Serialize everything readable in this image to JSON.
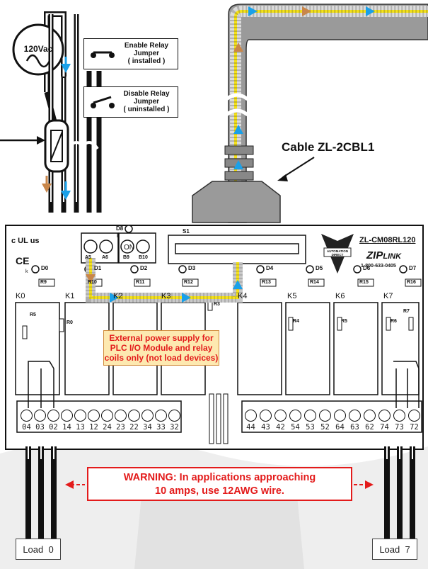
{
  "source": {
    "label": "120Vac"
  },
  "jumpers": {
    "enable": {
      "line1": "Enable Relay",
      "line2": "Jumper",
      "line3": "( installed )"
    },
    "disable": {
      "line1": "Disable Relay",
      "line2": "Jumper",
      "line3": "( uninstalled )"
    }
  },
  "cable": {
    "label": "Cable ZL-2CBL1"
  },
  "board": {
    "model": "ZL-CM08RL120",
    "brand_zip": "ZIP",
    "brand_link": "LINK",
    "phone": "1-800-633-0405",
    "logo_text": "AUTOMATION DIRECT",
    "ul_mark": "c UL us",
    "ce_mark": "CE",
    "power_led": {
      "id": "D8",
      "k": "k",
      "state": "ON"
    },
    "connector_label": "S1",
    "left_terminals": [
      "A5",
      "A6",
      "B9",
      "B10"
    ],
    "leds": [
      "D0",
      "D1",
      "D2",
      "D3",
      "D4",
      "D5",
      "D6",
      "D7"
    ],
    "led_k": "k",
    "resistors_top": [
      "R9",
      "R10",
      "R11",
      "R12",
      "R13",
      "R14",
      "R15",
      "R16"
    ],
    "relays": [
      "K0",
      "K1",
      "K2",
      "K3",
      "K4",
      "K5",
      "K6",
      "K7"
    ],
    "resistors_side": [
      "R5",
      "R0",
      "R3",
      "R4",
      "R5",
      "R6",
      "R7"
    ],
    "terminals_left": [
      "04",
      "03",
      "02",
      "14",
      "13",
      "12",
      "24",
      "23",
      "22",
      "34",
      "33",
      "32"
    ],
    "terminals_right": [
      "44",
      "43",
      "42",
      "54",
      "53",
      "52",
      "64",
      "63",
      "62",
      "74",
      "73",
      "72"
    ]
  },
  "callout": {
    "line1": "External power supply for",
    "line2": "PLC I/O Module and relay",
    "line3": "coils only (not load devices)"
  },
  "warning": {
    "prefix": "WARNING:",
    "line1_rest": " In applications approaching",
    "line2": "10 amps, use 12AWG wire."
  },
  "loads": {
    "left": "Load  0",
    "right": "Load  7"
  },
  "colors": {
    "signal_path": "#f5e21a",
    "arrow_blue": "#1aa0e8",
    "arrow_brown": "#c8864a",
    "warning_red": "#e31b1b",
    "cable_gray": "#9a9a9a"
  }
}
